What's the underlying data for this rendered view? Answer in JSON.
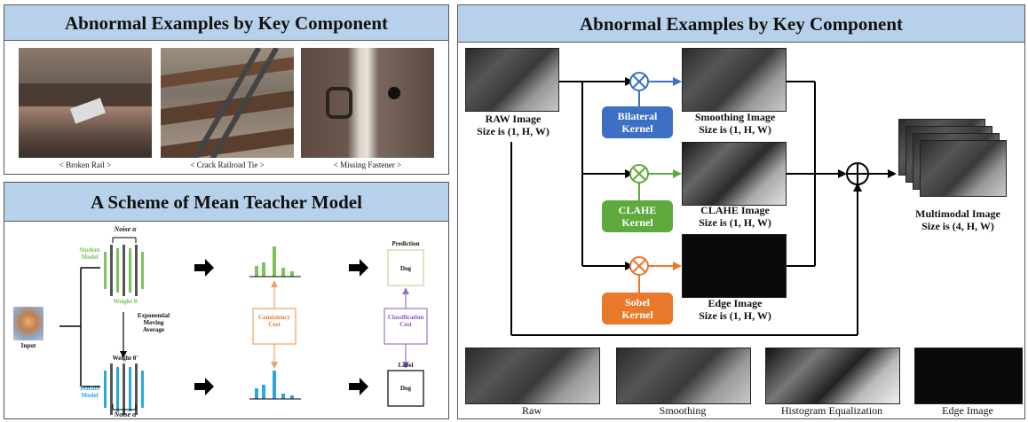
{
  "left_top": {
    "title": "Abnormal Examples by Key Component",
    "photos": [
      {
        "caption": "< Broken Rail >"
      },
      {
        "caption": "< Crack Railroad Tie >"
      },
      {
        "caption": "< Missing Fastener >"
      }
    ]
  },
  "left_bottom": {
    "title": "A Scheme of Mean Teacher Model",
    "noise_top": "Noise α",
    "noise_bottom": "Noise α",
    "student_model": "Student\nModel",
    "teacher_model": "Teacher\nModel",
    "weight_top": "Weight θ",
    "weight_bottom": "Weight θ'",
    "ema": "Exponential\nMoving\nAverage",
    "input": "Input",
    "consistency_cost": "Consistency\nCost",
    "classification_cost": "Classification\nCost",
    "prediction": "Prediction",
    "label": "Label",
    "dog_top": "Dog",
    "dog_bottom": "Dog"
  },
  "right": {
    "title": "Abnormal Examples by Key Component",
    "raw_image": "RAW Image\nSize is (1, H, W)",
    "smoothing_image": "Smoothing Image\nSize is (1, H, W)",
    "clahe_image": "CLAHE Image\nSize is (1, H, W)",
    "edge_image": "Edge Image\nSize is (1, H, W)",
    "multimodal_image": "Multimodal Image\nSize is (4, H, W)",
    "bilateral_kernel": "Bilateral\nKernel",
    "clahe_kernel": "CLAHE\nKernel",
    "sobel_kernel": "Sobel\nKernel",
    "colors": {
      "bilateral": "#3d6fc4",
      "clahe": "#5faa3c",
      "sobel": "#e8782a",
      "student": "#7cc35a",
      "teacher": "#29a8e0"
    },
    "bottom_labels": [
      "Raw",
      "Smoothing",
      "Histogram Equalization",
      "Edge Image"
    ]
  }
}
